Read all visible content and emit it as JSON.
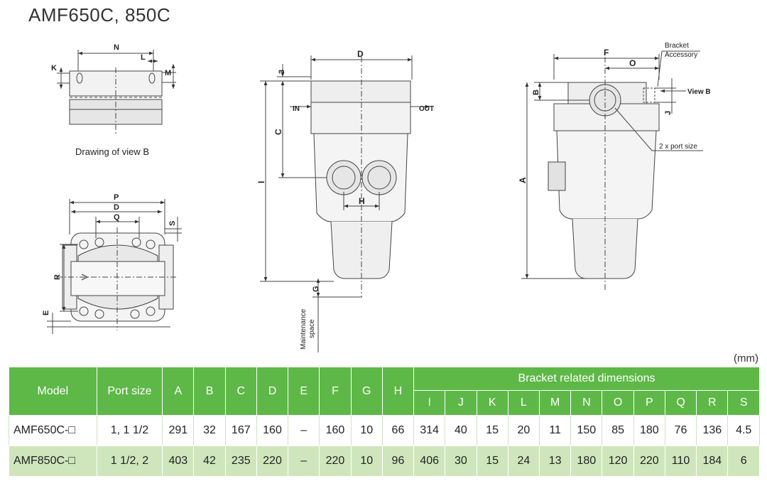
{
  "page_title": "AMF650C, 850C",
  "view_b_caption": "Drawing of view B",
  "unit_label": "(mm)",
  "labels": {
    "N": "N",
    "L": "L",
    "K": "K",
    "M": "M",
    "P": "P",
    "D": "D",
    "Q": "Q",
    "S": "S",
    "R": "R",
    "E": "E",
    "D2": "D",
    "dim3": "3",
    "C": "C",
    "I": "I",
    "H": "H",
    "G": "G",
    "IN": "IN",
    "OUT": "OUT",
    "maintenance_1": "Maintenance",
    "maintenance_2": "space",
    "F": "F",
    "O": "O",
    "B": "B",
    "J": "J",
    "A": "A",
    "bracket_1": "Bracket",
    "bracket_2": "Accessory",
    "view_b": "View B",
    "port_size": "2 x port size"
  },
  "table": {
    "headers": {
      "model": "Model",
      "port_size": "Port size",
      "A": "A",
      "B": "B",
      "C": "C",
      "D": "D",
      "E": "E",
      "F": "F",
      "G": "G",
      "H": "H",
      "bracket_group": "Bracket related dimensions",
      "I": "I",
      "J": "J",
      "K": "K",
      "L": "L",
      "M": "M",
      "N": "N",
      "O": "O",
      "P": "P",
      "Q": "Q",
      "R": "R",
      "S": "S"
    },
    "rows": [
      {
        "model": "AMF650C-□",
        "port_size": "1, 1 1/2",
        "A": "291",
        "B": "32",
        "C": "167",
        "D": "160",
        "E": "–",
        "F": "160",
        "G": "10",
        "H": "66",
        "I": "314",
        "J": "40",
        "K": "15",
        "L": "20",
        "M": "11",
        "N": "150",
        "O": "85",
        "P": "180",
        "Q": "76",
        "R": "136",
        "S": "4.5"
      },
      {
        "model": "AMF850C-□",
        "port_size": "1 1/2, 2",
        "A": "403",
        "B": "42",
        "C": "235",
        "D": "220",
        "E": "–",
        "F": "220",
        "G": "10",
        "H": "96",
        "I": "406",
        "J": "30",
        "K": "15",
        "L": "24",
        "M": "13",
        "N": "180",
        "O": "120",
        "P": "220",
        "Q": "110",
        "R": "184",
        "S": "6"
      }
    ]
  }
}
